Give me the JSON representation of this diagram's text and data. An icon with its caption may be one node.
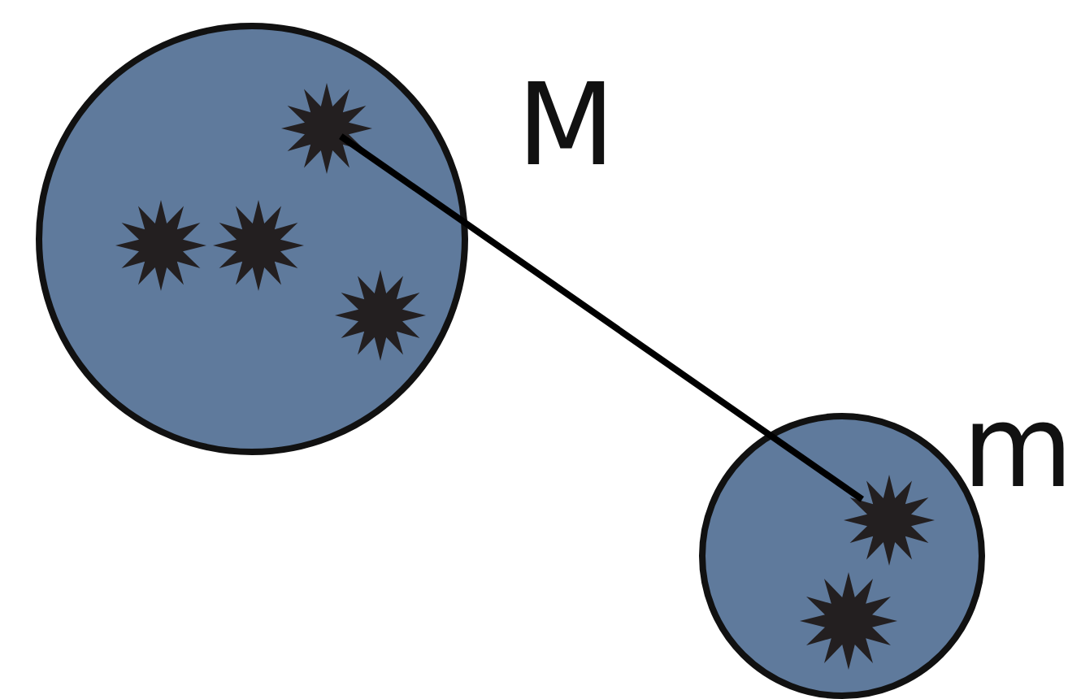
{
  "diagram": {
    "nodes": [
      {
        "text": [],
        "shape": "circle",
        "beside": [
          "M"
        ]
      },
      {
        "text": [],
        "shape": "star",
        "in": 0
      },
      {
        "text": [],
        "shape": "star",
        "in": 0
      },
      {
        "text": [],
        "shape": "star",
        "in": 0
      },
      {
        "text": [],
        "shape": "star",
        "in": 0
      },
      {
        "text": [],
        "shape": "circle",
        "beside": [
          "m"
        ]
      },
      {
        "text": [],
        "shape": "star",
        "in": 5
      },
      {
        "text": [],
        "shape": "star",
        "in": 5
      }
    ],
    "edges": [
      {
        "from": 1,
        "to": 6,
        "arrow": "none"
      }
    ]
  }
}
